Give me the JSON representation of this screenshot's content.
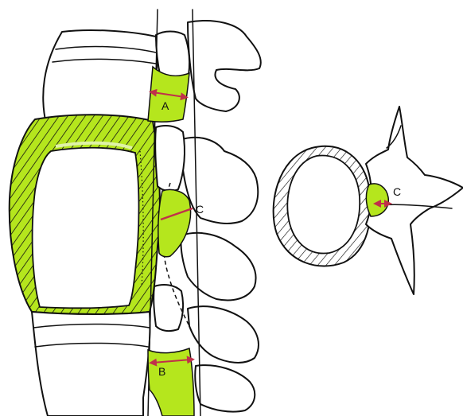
{
  "figure": {
    "colors": {
      "highlight": "#b5e61d",
      "measure_arrow": "#c0304a",
      "ink": "#111111",
      "hatch": "#111111"
    },
    "labels": {
      "a": "A",
      "b": "B",
      "c_lateral": "C",
      "c_axial": "C"
    }
  }
}
